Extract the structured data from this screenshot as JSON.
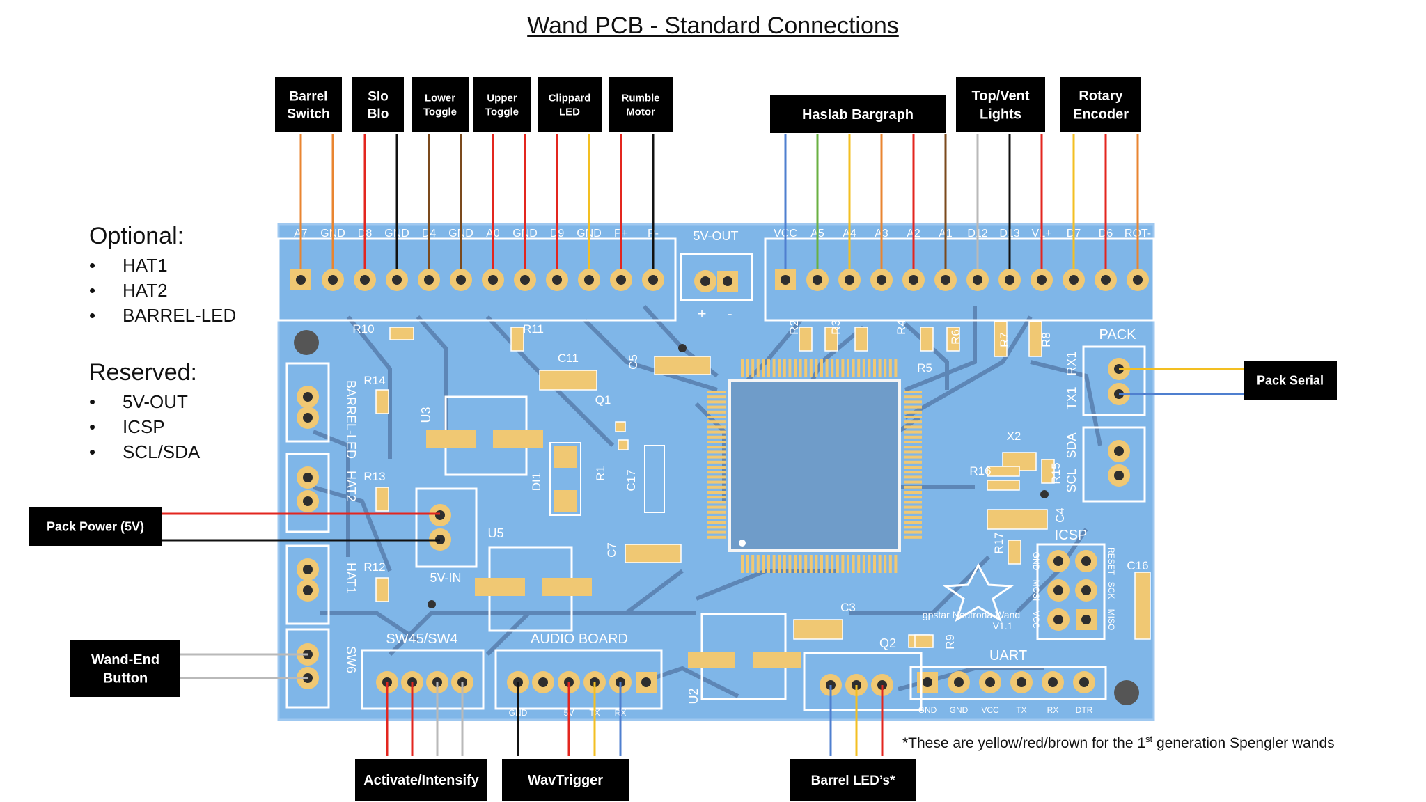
{
  "title": "Wand PCB - Standard Connections",
  "colors": {
    "board": "#7fb6e8",
    "board_edge": "#9fc8f0",
    "trace": "#5d86b6",
    "silk": "#ffffff",
    "pad": "#f0c873",
    "pad_dark": "#2e2e2e",
    "chip": "#6f9cc9",
    "red": "#e3261f",
    "black": "#111111",
    "orange": "#e98531",
    "brown": "#7b4a1d",
    "yellow": "#f3bf22",
    "blue": "#4f7fcf",
    "green": "#6ab043",
    "gray": "#b9b9b9"
  },
  "optional": {
    "heading": "Optional:",
    "items": [
      "HAT1",
      "HAT2",
      "BARREL-LED"
    ]
  },
  "reserved": {
    "heading": "Reserved:",
    "items": [
      "5V-OUT",
      "ICSP",
      "SCL/SDA"
    ]
  },
  "footnote": {
    "pre": "*These are yellow/red/brown for the 1",
    "sup": "st",
    "post": " generation Spengler wands"
  },
  "labels": {
    "barrel_switch": [
      "Barrel",
      "Switch"
    ],
    "slo_blo": [
      "Slo",
      "Blo"
    ],
    "lower_toggle": [
      "Lower",
      "Toggle"
    ],
    "upper_toggle": [
      "Upper",
      "Toggle"
    ],
    "clippard_led": [
      "Clippard",
      "LED"
    ],
    "rumble_motor": [
      "Rumble",
      "Motor"
    ],
    "haslab_bargraph": [
      "Haslab Bargraph"
    ],
    "top_vent_lights": [
      "Top/Vent",
      "Lights"
    ],
    "rotary_encoder": [
      "Rotary",
      "Encoder"
    ],
    "pack_serial": [
      "Pack Serial"
    ],
    "pack_power": [
      "Pack Power (5V)"
    ],
    "wand_end_button": [
      "Wand-End",
      "Button"
    ],
    "activate_intensify": [
      "Activate/Intensify"
    ],
    "wavtrigger": [
      "WavTrigger"
    ],
    "barrel_leds": [
      "Barrel LED’s*"
    ]
  },
  "pcb": {
    "left_header_pins": [
      "A7",
      "GND",
      "D8",
      "GND",
      "D4",
      "GND",
      "A0",
      "GND",
      "D9",
      "GND",
      "P+",
      "P-"
    ],
    "right_header_pins": [
      "VCC",
      "A5",
      "A4",
      "A3",
      "A2",
      "A1",
      "D12",
      "D13",
      "VL+",
      "D7",
      "D6",
      "ROT-"
    ],
    "five_v_out": "5V-OUT",
    "five_v_in": "5V-IN",
    "pack": "PACK",
    "pack_pins": [
      "RX1",
      "TX1"
    ],
    "i2c_pins": [
      "SDA",
      "SCL"
    ],
    "icsp": "ICSP",
    "icsp_left": [
      "GND",
      "MOSI",
      "VCC"
    ],
    "icsp_right": [
      "RESET",
      "SCK",
      "MISO"
    ],
    "uart": "UART",
    "uart_pins": [
      "GND",
      "GND",
      "VCC",
      "TX",
      "RX",
      "DTR"
    ],
    "sw45": "SW45/SW4",
    "audio": "AUDIO BOARD",
    "audio_pins": [
      "GND",
      "5V",
      "TX",
      "RX"
    ],
    "side_headers": [
      "BARREL-LED",
      "HAT2",
      "HAT1",
      "SW6"
    ],
    "refs": [
      "R10",
      "R11",
      "C11",
      "Q1",
      "U3",
      "DI1",
      "R1",
      "C17",
      "C5",
      "C7",
      "U5",
      "R14",
      "R13",
      "R12",
      "R2",
      "R3",
      "R4",
      "R6",
      "R7",
      "R8",
      "R5",
      "X2",
      "R16",
      "R15",
      "C4",
      "R17",
      "C16",
      "C3",
      "R9",
      "Q2",
      "U2"
    ],
    "brand": "gpstar Neutrona Wand",
    "version": "V1.1"
  }
}
